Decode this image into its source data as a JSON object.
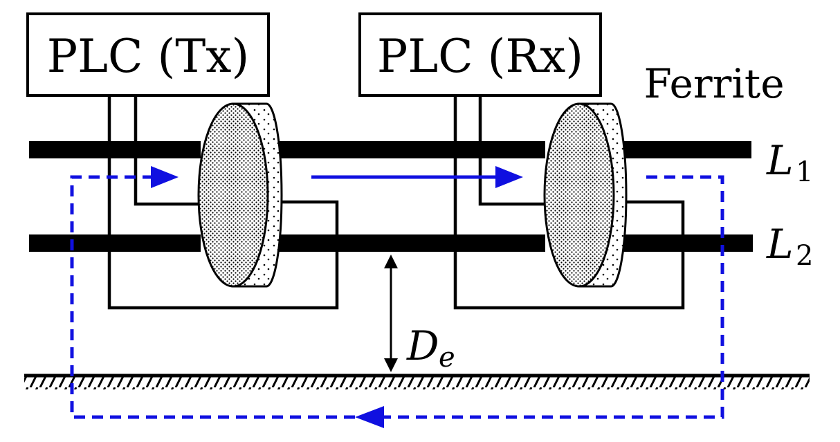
{
  "tx_box": {
    "label": "PLC (Tx)"
  },
  "rx_box": {
    "label": "PLC (Rx)"
  },
  "ferrite_label": "Ferrite",
  "line1": {
    "symbol": "L",
    "subscript": "1"
  },
  "line2": {
    "symbol": "L",
    "subscript": "2"
  },
  "distance": {
    "symbol": "D",
    "subscript": "e"
  },
  "colors": {
    "wire": "#000000",
    "current_path": "#1010e0",
    "ferrite_fill": "#d8d8d8"
  }
}
